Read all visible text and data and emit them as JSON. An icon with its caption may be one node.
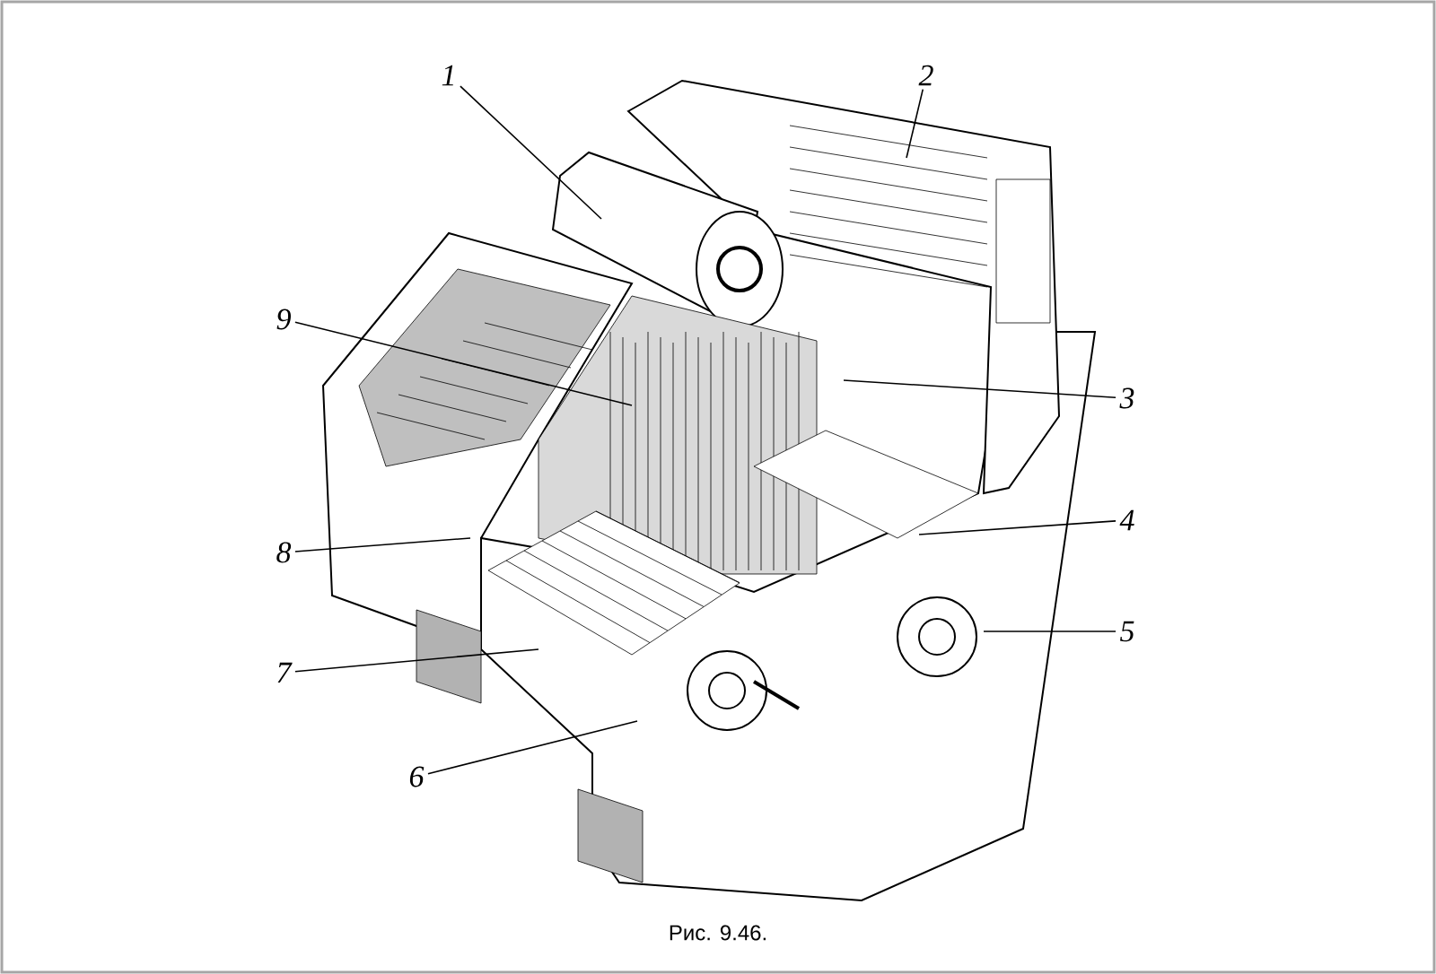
{
  "diagram": {
    "caption": "Рис. 9.46.",
    "nodes": [
      {
        "text": [
          "1"
        ]
      },
      {
        "text": [
          "2"
        ]
      },
      {
        "text": [
          "3"
        ]
      },
      {
        "text": [
          "4"
        ]
      },
      {
        "text": [
          "5"
        ]
      },
      {
        "text": [
          "6"
        ]
      },
      {
        "text": [
          "7"
        ]
      },
      {
        "text": [
          "8"
        ]
      },
      {
        "text": [
          "9"
        ]
      }
    ],
    "edges": [
      {
        "from": 0,
        "to": null,
        "arrow": "none"
      },
      {
        "from": 1,
        "to": null,
        "arrow": "none"
      },
      {
        "from": 2,
        "to": null,
        "arrow": "none"
      },
      {
        "from": 3,
        "to": null,
        "arrow": "none"
      },
      {
        "from": 4,
        "to": null,
        "arrow": "none"
      },
      {
        "from": 5,
        "to": null,
        "arrow": "none"
      },
      {
        "from": 6,
        "to": null,
        "arrow": "none"
      },
      {
        "from": 7,
        "to": null,
        "arrow": "none"
      },
      {
        "from": 8,
        "to": null,
        "arrow": "none"
      }
    ]
  }
}
